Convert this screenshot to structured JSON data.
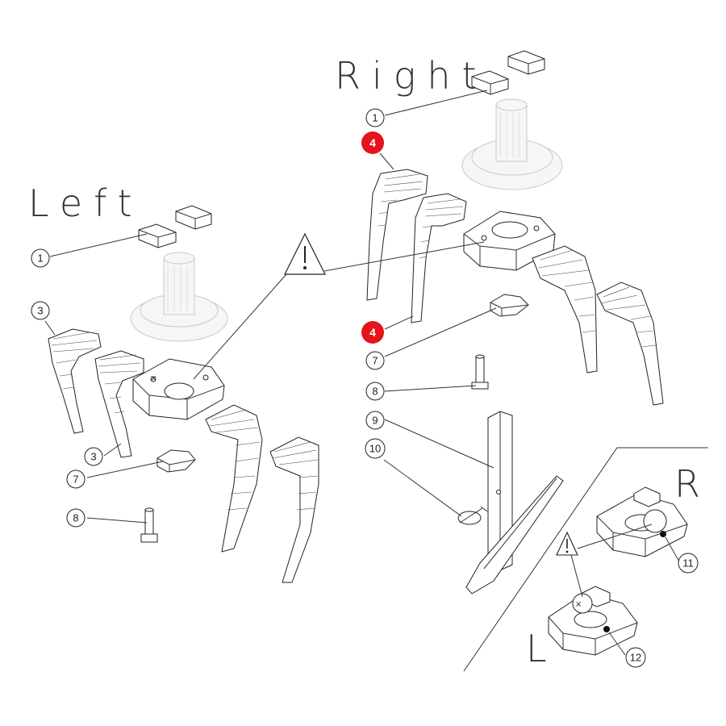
{
  "labels": {
    "right": "Right",
    "left": "Left",
    "inset_r": "R",
    "inset_l": "L"
  },
  "callouts": {
    "c1_right": "1",
    "c4_top": "4",
    "c4_bottom": "4",
    "c7_right": "7",
    "c8_right": "8",
    "c9": "9",
    "c10": "10",
    "c1_left": "1",
    "c3_top": "3",
    "c3_bottom": "3",
    "c7_left": "7",
    "c8_left": "8",
    "c11": "11",
    "c12": "12"
  },
  "colors": {
    "highlight": "#e3141b",
    "line": "#333333"
  }
}
